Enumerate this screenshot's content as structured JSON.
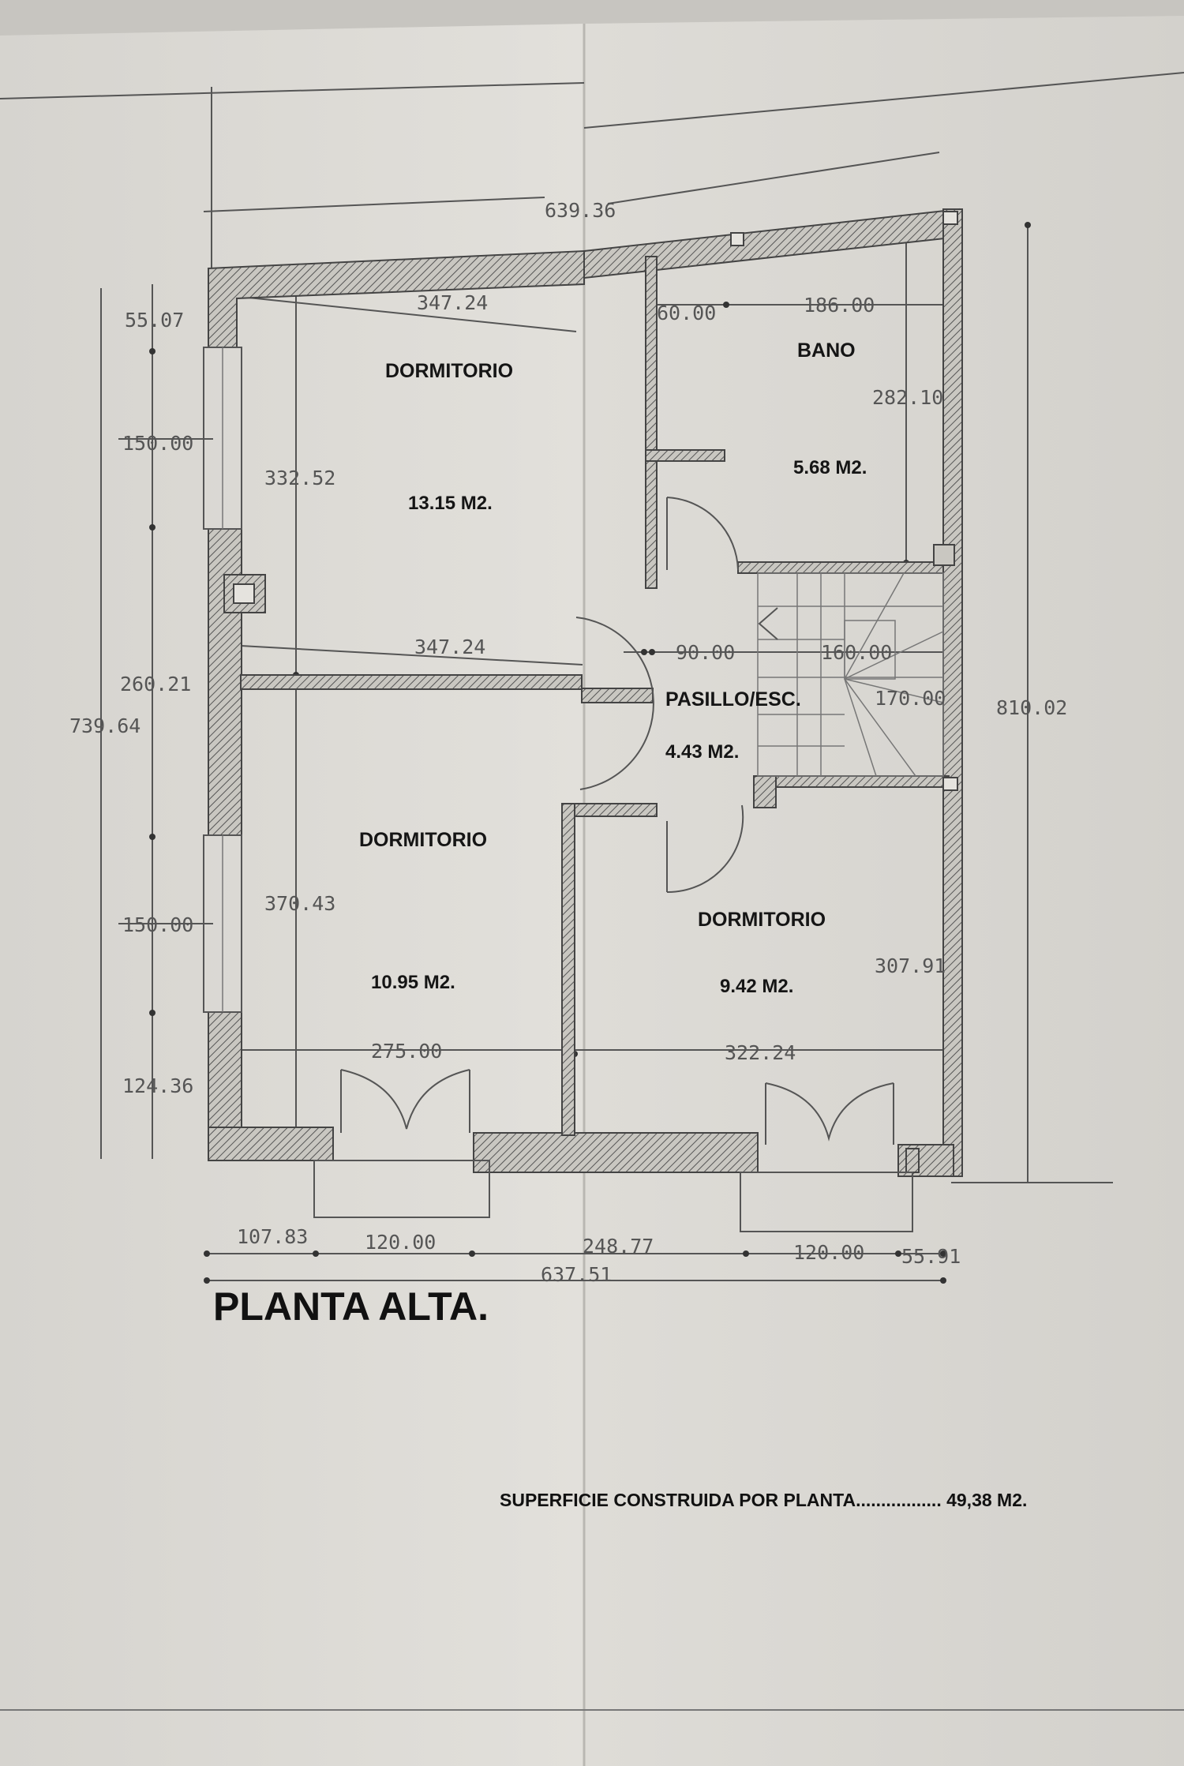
{
  "plan": {
    "title": "PLANTA ALTA.",
    "surface_note": "SUPERFICIE CONSTRUIDA POR PLANTA................. 49,38 M2.",
    "rooms": [
      {
        "label": "DORMITORIO",
        "area": "13.15 M2."
      },
      {
        "label": "BANO",
        "area": "5.68 M2."
      },
      {
        "label": "PASILLO/ESC.",
        "area": "4.43 M2."
      },
      {
        "label": "DORMITORIO",
        "area": "10.95 M2."
      },
      {
        "label": "DORMITORIO",
        "area": "9.42 M2."
      }
    ],
    "dimensions": {
      "overall_top": "639.36",
      "bed1_width": "347.24",
      "closet_width": "60.00",
      "bath_width": "186.00",
      "bath_depth": "282.10",
      "bed1_depth": "332.52",
      "corridor_width": "347.24",
      "door_width": "90.00",
      "stair_width": "160.00",
      "stair_depth": "170.00",
      "right_total": "810.02",
      "left_55": "55.07",
      "left_150_top": "150.00",
      "left_260": "260.21",
      "left_total": "739.64",
      "left_150_bottom": "150.00",
      "left_124": "124.36",
      "bed2_depth": "370.43",
      "bed3_depth": "307.91",
      "bed2_width": "275.00",
      "bed3_width": "322.24",
      "bottom_107": "107.83",
      "bottom_120_a": "120.00",
      "bottom_248": "248.77",
      "bottom_120_b": "120.00",
      "bottom_55": "55.91",
      "overall_bottom": "637.51"
    }
  }
}
